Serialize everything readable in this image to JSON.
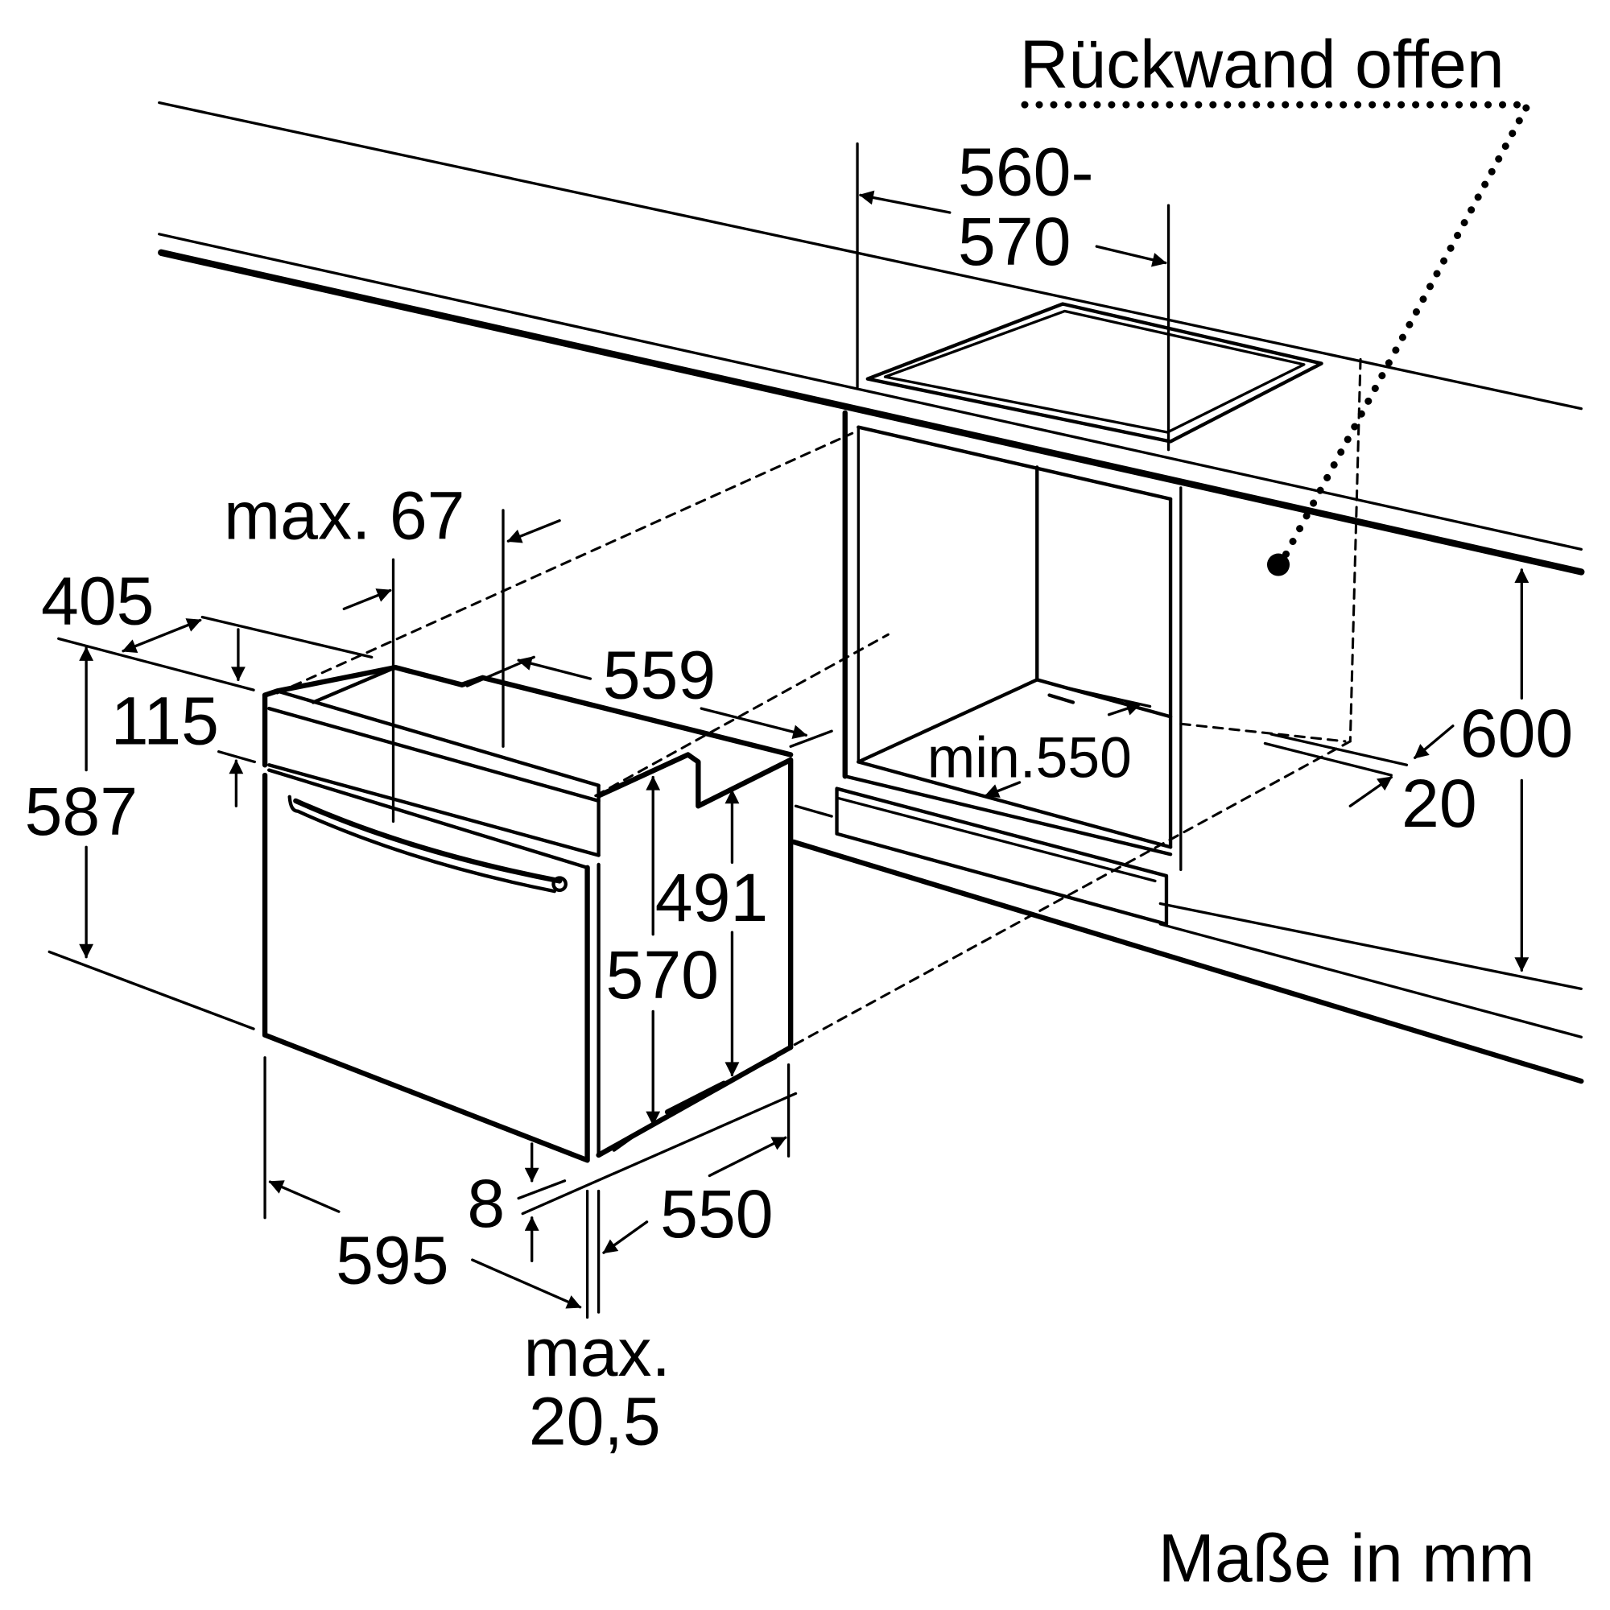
{
  "diagram": {
    "title": "Oven installation dimensions (built-in under worktop)",
    "unit_note": "Maße in mm",
    "rear_wall_note": "Rückwand offen",
    "dimensions": {
      "cutout_width_line1": "560-",
      "cutout_width_line2": "570",
      "max_67": "max. 67",
      "d405": "405",
      "d115": "115",
      "d587": "587",
      "d559": "559",
      "d491": "491",
      "d570": "570",
      "d8": "8",
      "d595": "595",
      "d550": "550",
      "max_line1": "max.",
      "max_line2": "20,5",
      "min550": "min.550",
      "d600": "600",
      "d20": "20"
    }
  }
}
